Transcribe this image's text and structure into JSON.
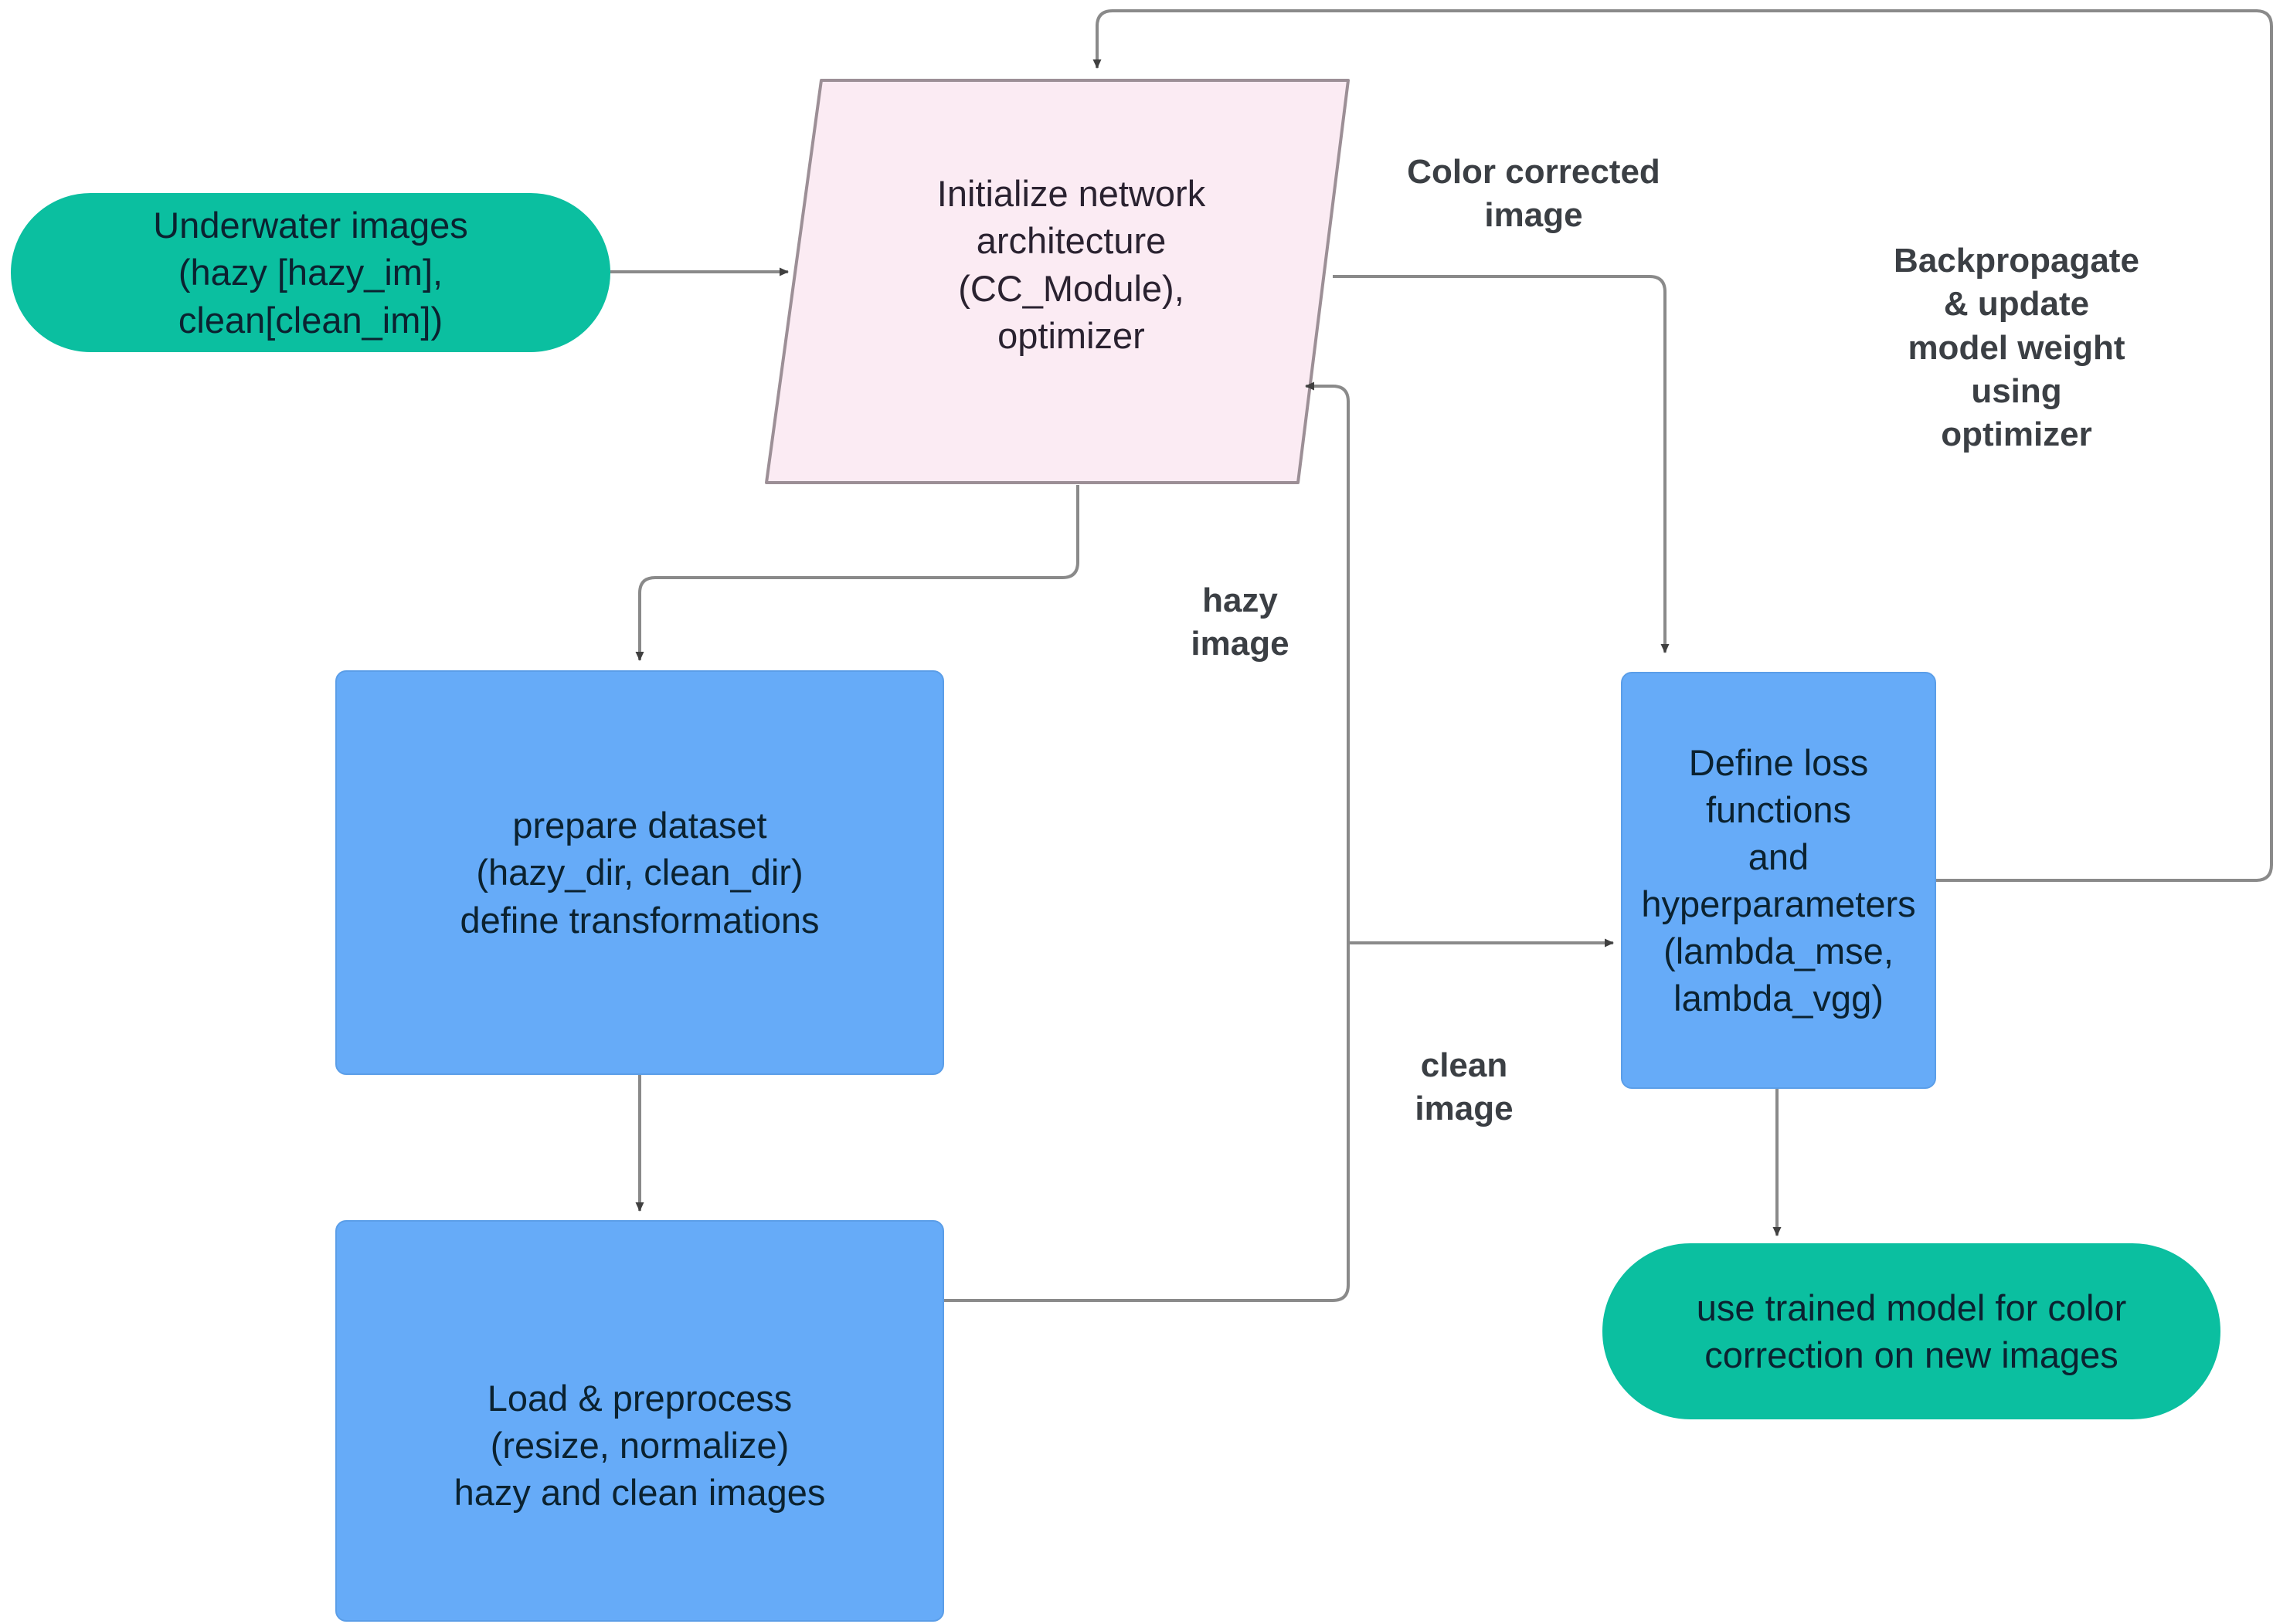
{
  "diagram": {
    "type": "flowchart",
    "title": "Underwater image color correction training pipeline",
    "colors": {
      "terminal_fill": "#0bbfa0",
      "process_fill": "#66abf8",
      "process_stroke": "#5b9ee8",
      "decision_fill": "#fbebf3",
      "decision_stroke": "#9c8f96",
      "connector": "#8a8a8a",
      "text": "#0b2230",
      "label_text": "#3b3f44"
    },
    "nodes": [
      {
        "id": "input-images",
        "shape": "terminal",
        "lines": [
          "Underwater images",
          "(hazy [hazy_im],",
          "clean[clean_im])"
        ]
      },
      {
        "id": "initialize-network",
        "shape": "parallelogram",
        "lines": [
          "Initialize network",
          "architecture",
          "(CC_Module),",
          "optimizer"
        ]
      },
      {
        "id": "prepare-dataset",
        "shape": "process",
        "lines": [
          "prepare dataset",
          "(hazy_dir, clean_dir)",
          "define transformations"
        ]
      },
      {
        "id": "load-preprocess",
        "shape": "process",
        "lines": [
          "Load  & preprocess",
          "(resize, normalize)",
          "hazy and clean images"
        ]
      },
      {
        "id": "define-loss",
        "shape": "process",
        "lines": [
          "Define loss functions",
          "and hyperparameters",
          "(lambda_mse,",
          "lambda_vgg)"
        ]
      },
      {
        "id": "use-trained-model",
        "shape": "terminal",
        "lines": [
          "use trained model for color",
          "correction on new images"
        ]
      }
    ],
    "edge_labels": [
      {
        "id": "color-corrected-image",
        "text": "Color corrected\nimage"
      },
      {
        "id": "backpropagate",
        "text": "Backpropagate\n& update\nmodel weight\nusing\noptimizer"
      },
      {
        "id": "hazy-image",
        "text": "hazy\nimage"
      },
      {
        "id": "clean-image",
        "text": "clean\nimage"
      }
    ]
  }
}
